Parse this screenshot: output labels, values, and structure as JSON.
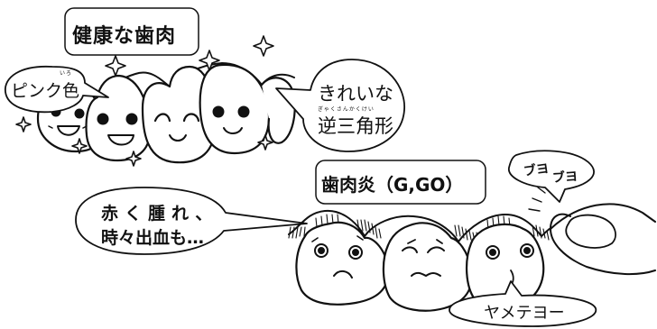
{
  "healthy": {
    "title": "健康な歯肉",
    "pink_label": "ピンク色",
    "pink_ruby": "いろ",
    "triangle_line1": "きれいな",
    "triangle_line2": "逆三角形",
    "triangle_ruby": "ぎゃくさんかくけい"
  },
  "gingivitis": {
    "title": "歯肉炎（G,GO）",
    "symptom_line1": "赤く腫れ、",
    "symptom_line2": "時々出血も…",
    "sound1": "ブヨ",
    "sound2": "ブヨ",
    "toothbrush_line": "ヤメテヨー"
  },
  "colors": {
    "ink": "#111111",
    "paper": "#ffffff"
  }
}
